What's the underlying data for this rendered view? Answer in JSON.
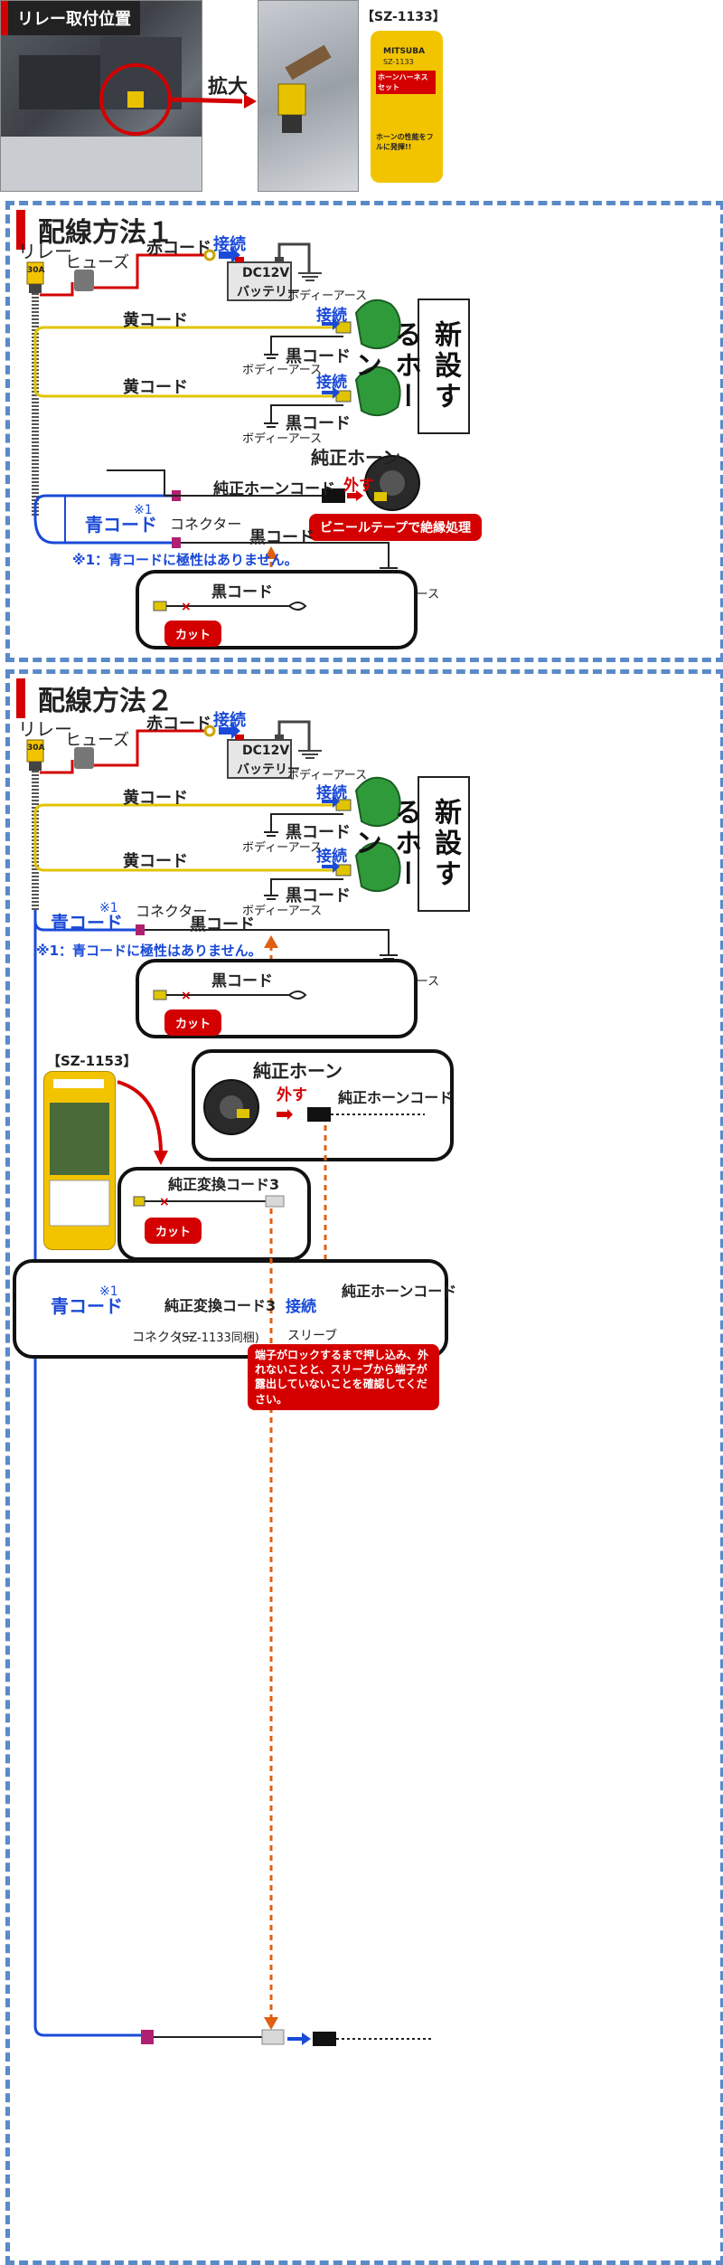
{
  "header": {
    "relay_position_tag": "リレー取付位置",
    "zoom_label": "拡大",
    "product_code": "【SZ-1133】",
    "package_brand": "MITSUBA",
    "package_model": "SZ-1133",
    "package_title": "ホーンハーネスセット",
    "package_tagline": "ホーンの性能をフルに発揮!!"
  },
  "method1": {
    "title": "配線方法１",
    "relay": "リレー",
    "fuse": "ヒューズ",
    "red_cord": "赤コード",
    "connect": "接続",
    "battery_voltage": "DC12V",
    "battery_label": "バッテリー",
    "body_earth": "ボディーアース",
    "yellow_cord": "黄コード",
    "black_cord": "黒コード",
    "new_horn": "新設するホーン",
    "oem_horn": "純正ホーン",
    "oem_horn_cord": "純正ホーンコード",
    "remove": "外す",
    "vinyl_tape": "ビニールテープで絶縁処理",
    "blue_cord": "青コード",
    "note_mark": "※1",
    "connector": "コネクター",
    "polarity_note": "※1：青コードに極性はありません。",
    "cut": "カット",
    "fuse_rating": "30A"
  },
  "method2": {
    "title": "配線方法２",
    "relay": "リレー",
    "fuse": "ヒューズ",
    "red_cord": "赤コード",
    "connect": "接続",
    "battery_voltage": "DC12V",
    "battery_label": "バッテリー",
    "body_earth": "ボディーアース",
    "yellow_cord": "黄コード",
    "black_cord": "黒コード",
    "new_horn": "新設するホーン",
    "blue_cord": "青コード",
    "note_mark": "※1",
    "connector": "コネクター",
    "polarity_note": "※1：青コードに極性はありません。",
    "cut": "カット",
    "product_code": "【SZ-1153】",
    "oem_horn": "純正ホーン",
    "remove": "外す",
    "oem_horn_cord": "純正ホーンコード",
    "conversion_cord": "純正変換コード3",
    "sleeve": "スリーブ",
    "connector_bundled": "(SZ-1133同梱)",
    "warning": "端子がロックするまで押し込み、外れないことと、スリーブから端子が露出していないことを確認してください。",
    "fuse_rating": "30A"
  }
}
